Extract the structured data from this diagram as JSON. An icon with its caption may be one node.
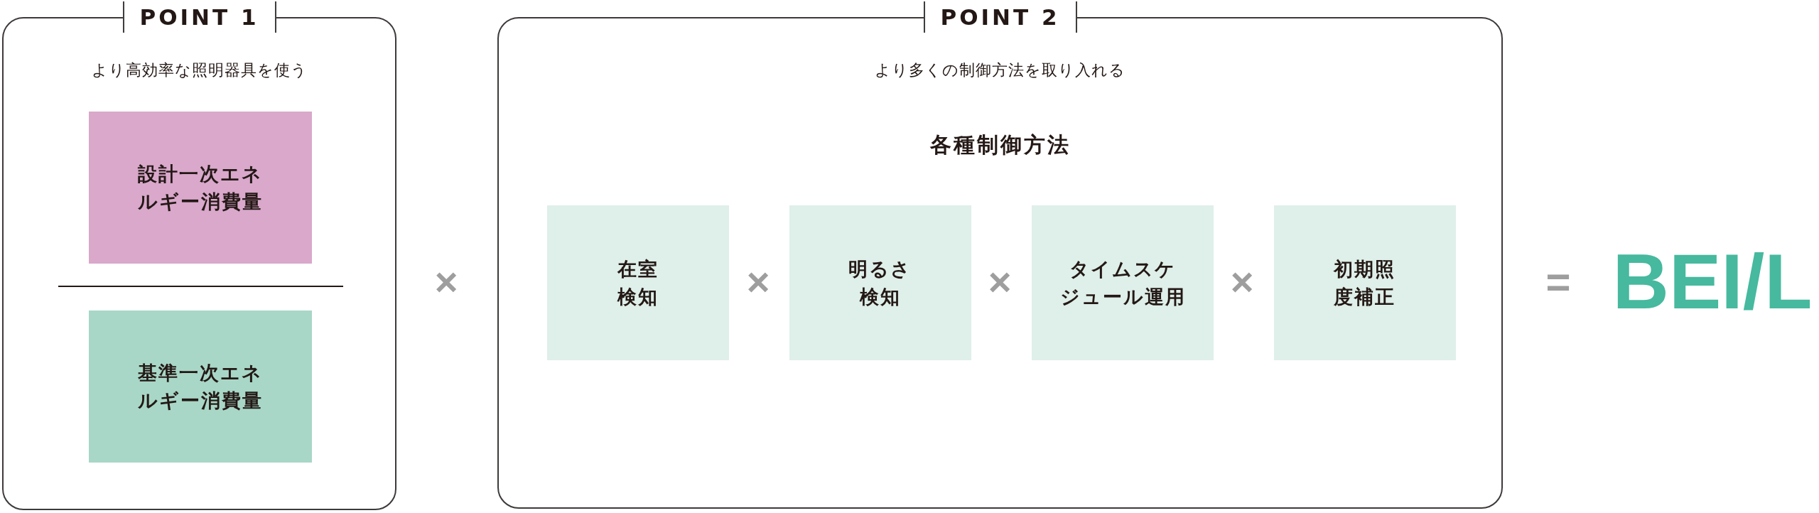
{
  "diagram": {
    "nodes": [
      {
        "text": [
          "POINT 1",
          "より高効率な照明器具を使う"
        ]
      },
      {
        "text": [
          "設計一次エネルギー消費量"
        ],
        "in": 0
      },
      {
        "text": [
          "基準一次エネルギー消費量"
        ],
        "in": 0
      },
      {
        "text": [
          "POINT 2",
          "より多くの制御方法を取り入れる",
          "各種制御方法"
        ]
      },
      {
        "text": [
          "在室検知"
        ],
        "in": 3
      },
      {
        "text": [
          "明るさ検知"
        ],
        "in": 3
      },
      {
        "text": [
          "タイムスケジュール運用"
        ],
        "in": 3
      },
      {
        "text": [
          "初期照度補正"
        ],
        "in": 3
      }
    ],
    "edges": [],
    "labels": [
      "×",
      "×",
      "×",
      "×",
      "=",
      "BEI/L"
    ]
  }
}
